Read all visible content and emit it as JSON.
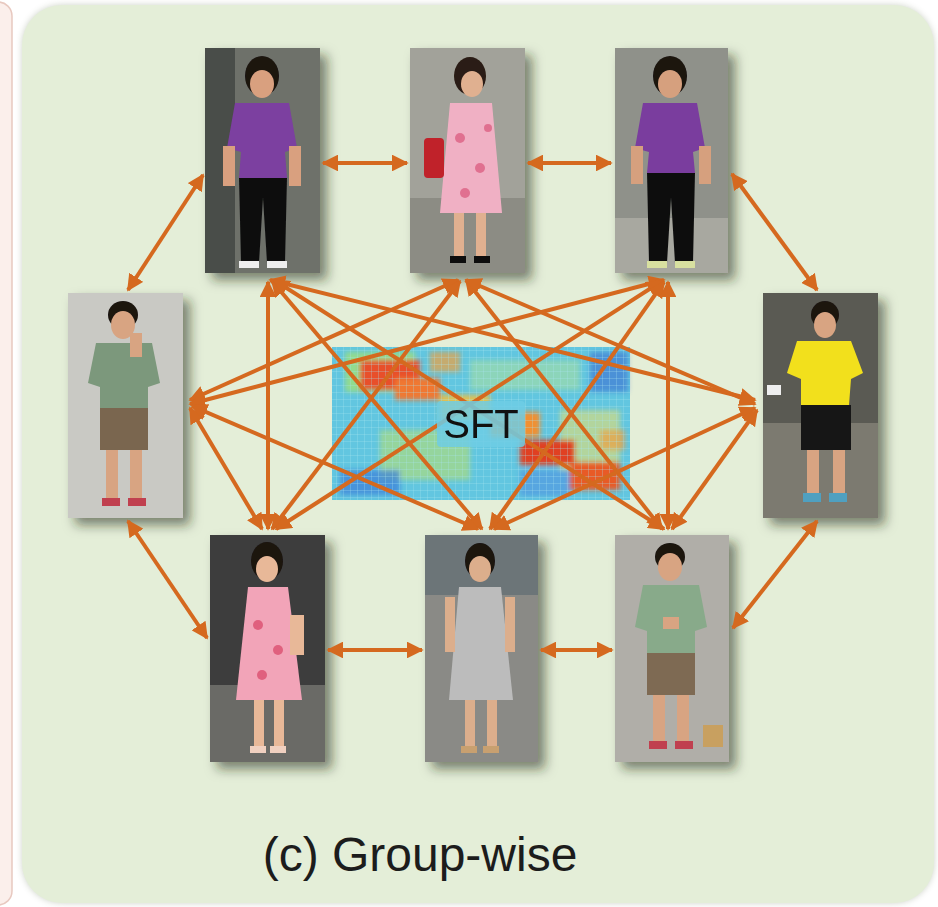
{
  "diagram": {
    "nodes": [
      {
        "text": [
          "(c) Group-wise"
        ]
      },
      {
        "text": [
          "SFT"
        ],
        "in": 0
      }
    ]
  }
}
